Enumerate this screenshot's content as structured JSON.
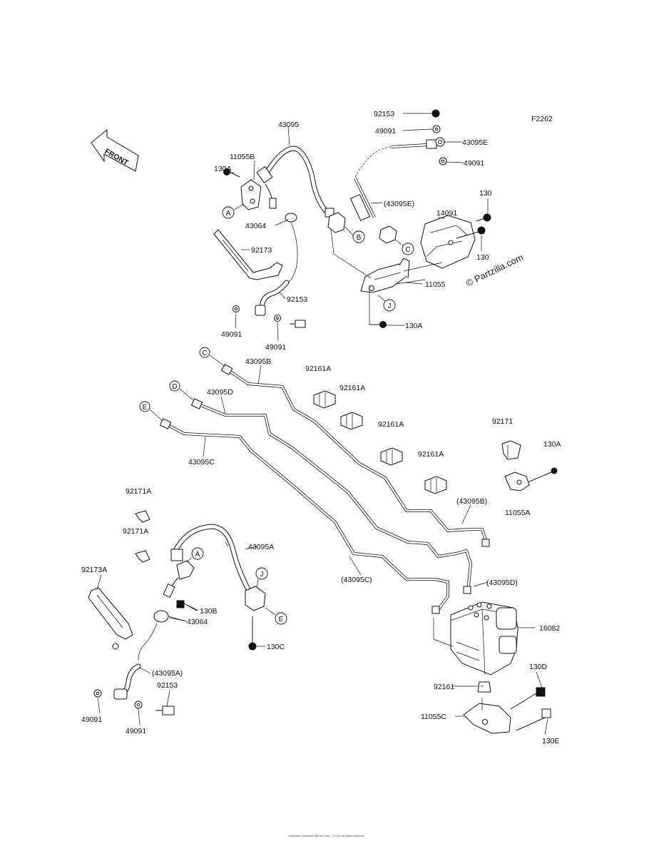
{
  "diagram_code": "F2262",
  "watermark": "© Partzilla.com",
  "front_arrow": "FRONT",
  "copyright": "Copyright Kawasaki Motors Corp., U.S.A. All rights reserved.",
  "callouts": {
    "c1": "A",
    "c2": "B",
    "c3": "C",
    "c4": "J",
    "c5": "C",
    "c6": "D",
    "c7": "E",
    "c8": "A",
    "c9": "J",
    "c10": "E"
  },
  "labels": {
    "l1": "92153",
    "l2": "49091",
    "l3": "43095E",
    "l4": "49091",
    "l5": "43095",
    "l6": "11055B",
    "l7": "130A",
    "l8": "43064",
    "l9": "92173",
    "l10": "92153",
    "l11": "49091",
    "l12": "49091",
    "l13": "(43095E)",
    "l14": "130",
    "l15": "14091",
    "l16": "130",
    "l17": "11055",
    "l18": "130A",
    "l19": "43095B",
    "l20": "43095D",
    "l21": "43095C",
    "l22": "92161A",
    "l23": "92161A",
    "l24": "92161A",
    "l25": "92161A",
    "l26": "92171",
    "l27": "130A",
    "l28": "11055A",
    "l29": "(43095B)",
    "l30": "(43095C)",
    "l31": "(43095D)",
    "l32": "92171A",
    "l33": "92171A",
    "l34": "43095A",
    "l35": "92173A",
    "l36": "130B",
    "l37": "43064",
    "l38": "130C",
    "l39": "(43095A)",
    "l40": "92153",
    "l41": "49091",
    "l42": "49091",
    "l43": "16082",
    "l44": "130D",
    "l45": "92161",
    "l46": "11055C",
    "l47": "130E"
  }
}
